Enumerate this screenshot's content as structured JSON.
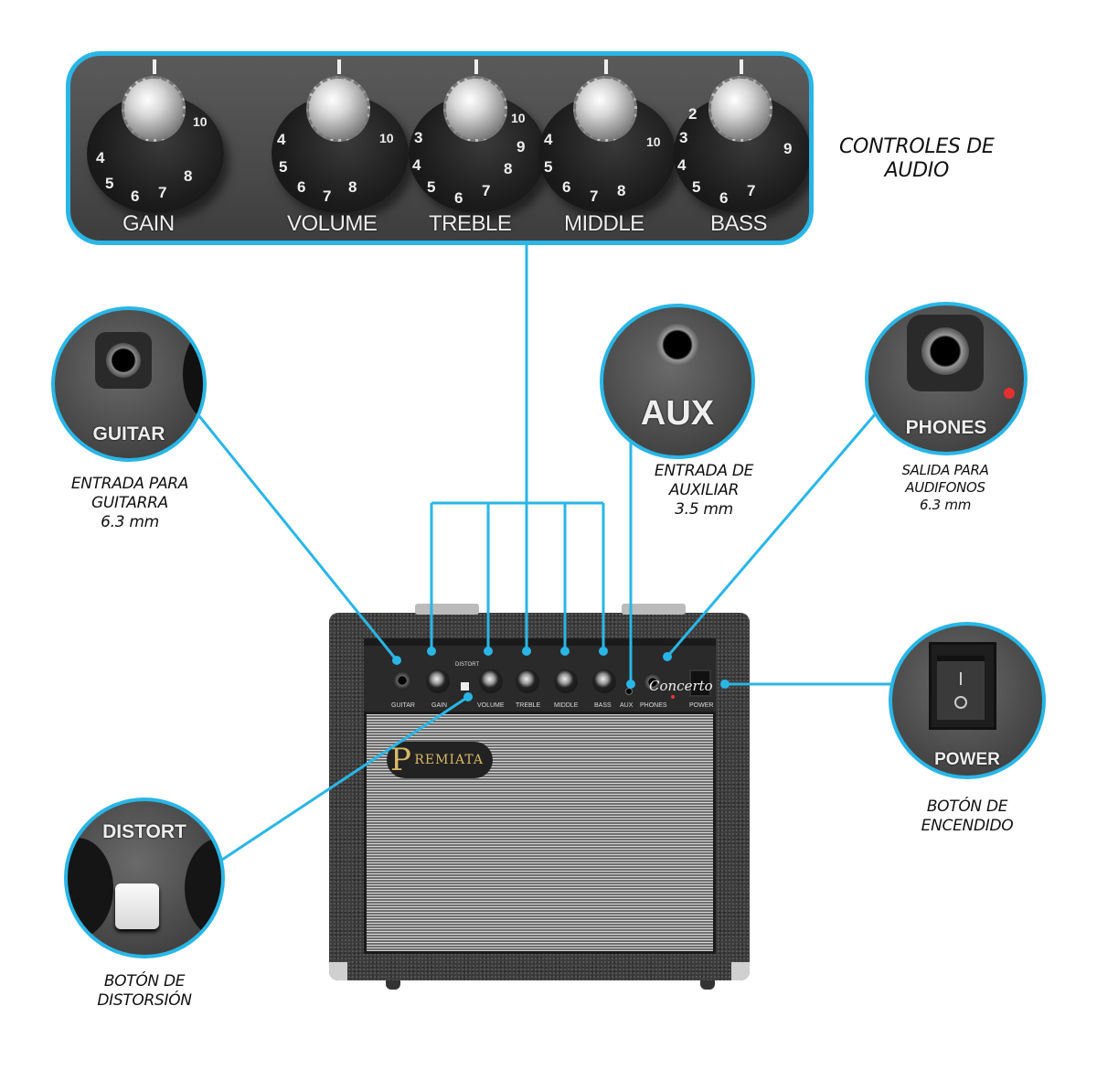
{
  "colors": {
    "accent": "#29b6e6",
    "caption_text": "#111111"
  },
  "audio_panel": {
    "caption_line1": "CONTROLES DE",
    "caption_line2": "AUDIO",
    "knobs": [
      {
        "label": "GAIN"
      },
      {
        "label": "VOLUME"
      },
      {
        "label": "TREBLE"
      },
      {
        "label": "MIDDLE"
      },
      {
        "label": "BASS"
      }
    ]
  },
  "callouts": {
    "guitar": {
      "badge": "GUITAR",
      "line1": "ENTRADA PARA",
      "line2": "GUITARRA",
      "line3": "6.3 mm"
    },
    "aux": {
      "badge": "AUX",
      "line1": "ENTRADA DE",
      "line2": "AUXILIAR",
      "line3": "3.5 mm"
    },
    "phones": {
      "badge": "PHONES",
      "line1": "SALIDA PARA",
      "line2": "AUDIFONOS",
      "line3": "6.3 mm"
    },
    "power": {
      "badge": "POWER",
      "line1": "BOTÓN DE",
      "line2": "ENCENDIDO"
    },
    "distortion": {
      "badge": "DISTORT",
      "line1": "BOTÓN DE",
      "line2": "DISTORSIÓN"
    }
  },
  "amp": {
    "brand_logo": "REMIATA",
    "brand_logo_initial": "P",
    "model": "Concerto",
    "panel_labels": [
      "GUITAR",
      "GAIN",
      "VOLUME",
      "TREBLE",
      "MIDDLE",
      "BASS",
      "AUX",
      "PHONES",
      "POWER"
    ],
    "distort_label": "DISTORT"
  }
}
